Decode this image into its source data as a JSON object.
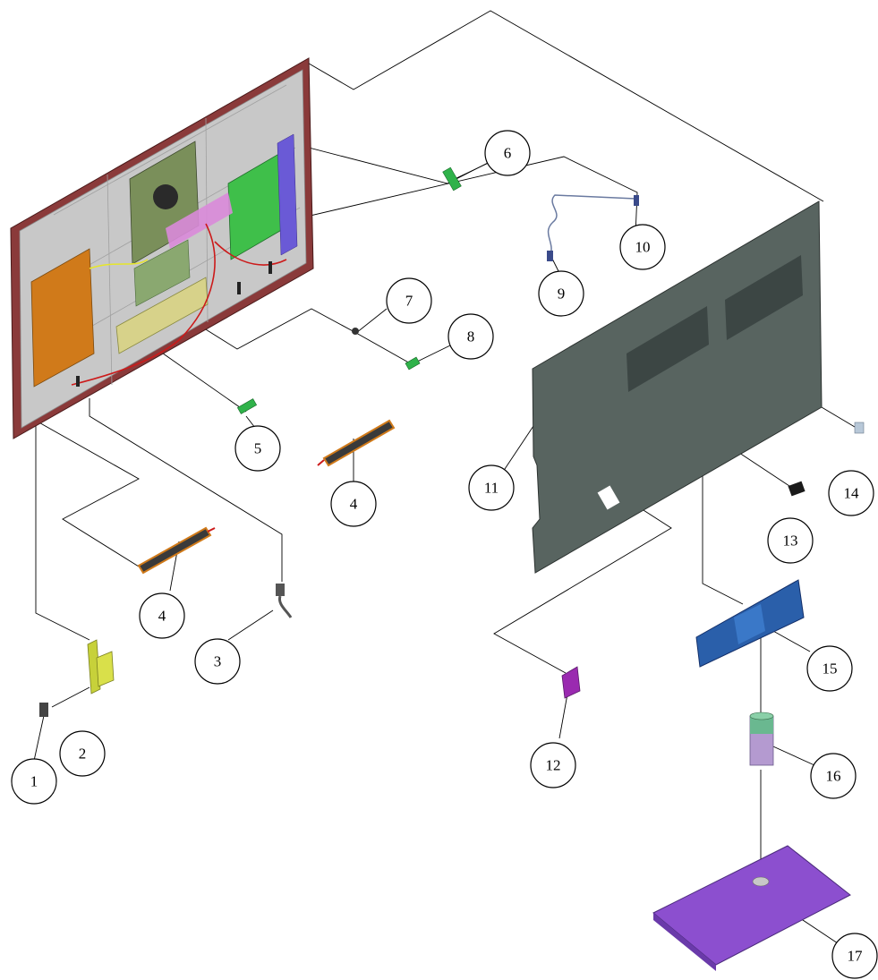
{
  "callouts": [
    {
      "id": "1",
      "label": "1"
    },
    {
      "id": "2",
      "label": "2"
    },
    {
      "id": "3",
      "label": "3"
    },
    {
      "id": "4a",
      "label": "4"
    },
    {
      "id": "4b",
      "label": "4"
    },
    {
      "id": "5",
      "label": "5"
    },
    {
      "id": "6",
      "label": "6"
    },
    {
      "id": "7",
      "label": "7"
    },
    {
      "id": "8",
      "label": "8"
    },
    {
      "id": "9",
      "label": "9"
    },
    {
      "id": "10",
      "label": "10"
    },
    {
      "id": "11",
      "label": "11"
    },
    {
      "id": "12",
      "label": "12"
    },
    {
      "id": "13",
      "label": "13"
    },
    {
      "id": "14",
      "label": "14"
    },
    {
      "id": "15",
      "label": "15"
    },
    {
      "id": "16",
      "label": "16"
    },
    {
      "id": "17",
      "label": "17"
    }
  ],
  "colors": {
    "frame": "#8a3a3a",
    "panel_back": "#c8c8c8",
    "power_board": "#d07a1a",
    "main_board": "#3fbf4a",
    "tcon_board": "#7a8f5a",
    "led_strip": "#d7d28a",
    "ribbon": "#d98ad9",
    "back_cover": "#586460",
    "stand_neck": "#2a5faa",
    "stand_base": "#8c4fcf",
    "io_bracket": "#c7d13a",
    "small_pcb": "#2fb24a",
    "cable_clip": "#9a2ab0"
  }
}
